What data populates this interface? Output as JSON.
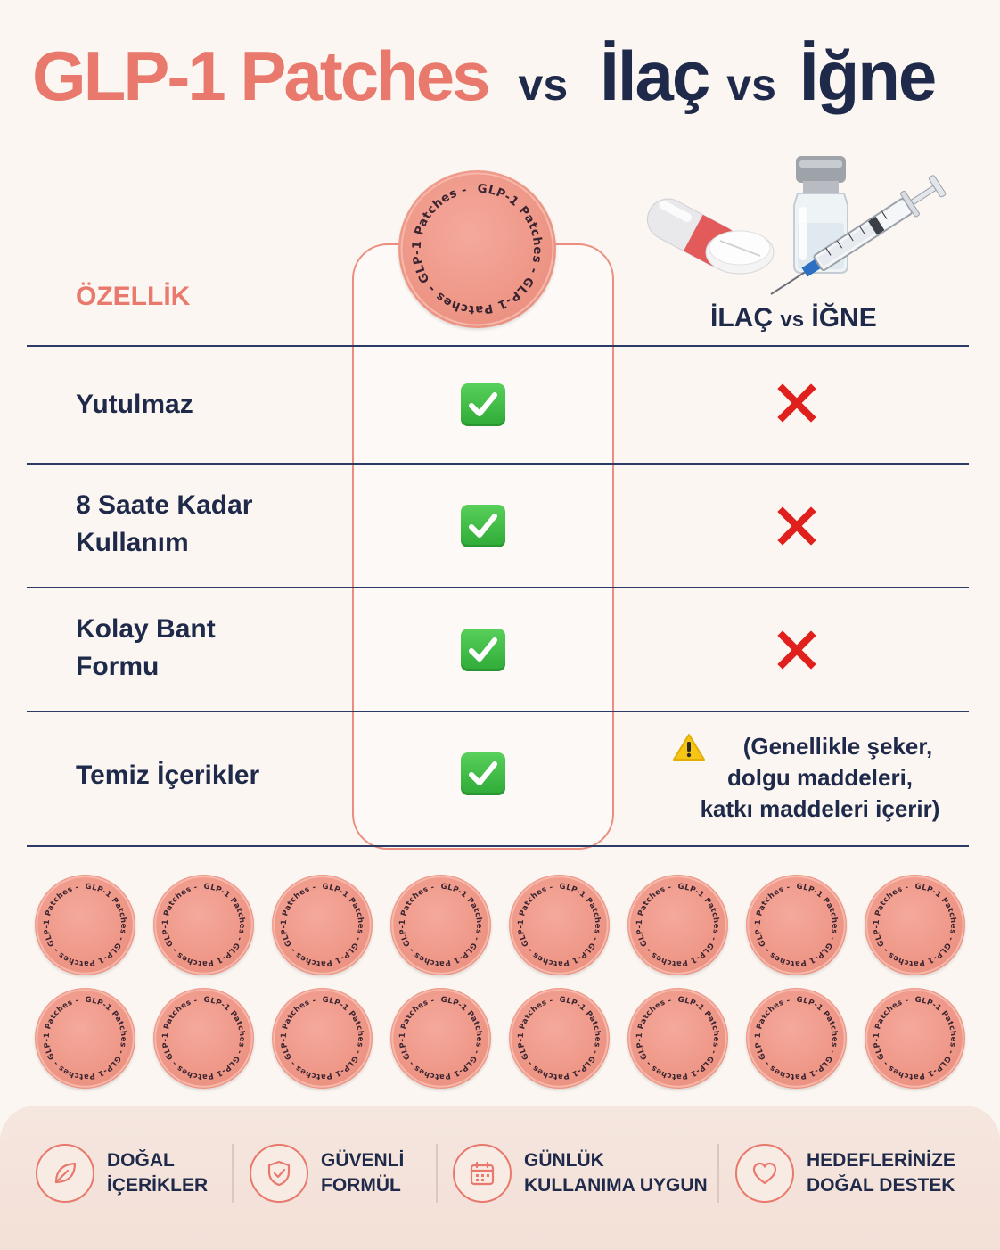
{
  "title": {
    "brand": "GLP-1 Patches",
    "vs1": "vs",
    "option2": "İlaç",
    "vs2": "vs",
    "option3": "İğne"
  },
  "table": {
    "feature_header": "ÖZELLİK",
    "compare_header_a": "İLAÇ",
    "compare_header_vs": "vs",
    "compare_header_b": "İĞNE",
    "rows": [
      {
        "feature_line1": "Yutulmaz",
        "feature_line2": "",
        "patch": "check",
        "other": "cross"
      },
      {
        "feature_line1": "8 Saate Kadar",
        "feature_line2": "Kullanım",
        "patch": "check",
        "other": "cross"
      },
      {
        "feature_line1": "Kolay Bant",
        "feature_line2": "Formu",
        "patch": "check",
        "other": "cross"
      },
      {
        "feature_line1": "Temiz İçerikler",
        "feature_line2": "",
        "patch": "check",
        "other": "warning"
      }
    ],
    "warning_note": [
      "(Genellikle şeker,",
      "dolgu maddeleri,",
      "katkı maddeleri içerir)"
    ]
  },
  "patch_label": "GLP-1 Patches",
  "footer": [
    {
      "icon": "leaf-icon",
      "line1": "DOĞAL",
      "line2": "İÇERİKLER"
    },
    {
      "icon": "shield-check-icon",
      "line1": "GÜVENLİ",
      "line2": "FORMÜL"
    },
    {
      "icon": "calendar-icon",
      "line1": "GÜNLÜK",
      "line2": "KULLANIMA UYGUN"
    },
    {
      "icon": "heart-icon",
      "line1": "HEDEFLERİNİZE",
      "line2": "DOĞAL DESTEK"
    }
  ],
  "colors": {
    "brand": "#e8796c",
    "navy": "#1f2a4a",
    "check_green": "#3cbc44",
    "cross_red": "#e0201c",
    "background": "#fbf6f1"
  }
}
